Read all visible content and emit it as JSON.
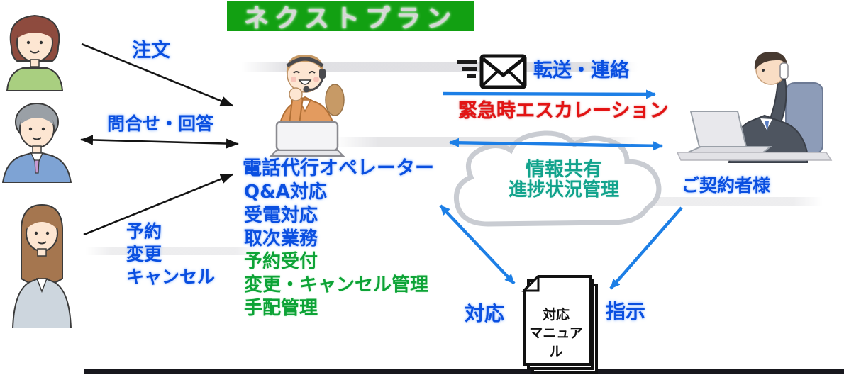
{
  "title": {
    "text": "ネクストプラン"
  },
  "colors": {
    "blue_text": "#0a4fe0",
    "green_text": "#0da336",
    "teal_text": "#12a38c",
    "red_text": "#e41313",
    "arrow_blue": "#1d7fe6",
    "arrow_black": "#141414",
    "title_bg": "#12a012",
    "title_text": "#d6d6d6",
    "manual_text": "#111111"
  },
  "left": {
    "order_label": "注文",
    "inquiry_label": "問合せ・回答",
    "reserve_lines": [
      "予約",
      "変更",
      "キャンセル"
    ]
  },
  "center": {
    "operator_title": "電話代行オペレーター",
    "tasks_blue": [
      "Q&A対応",
      "受電対応",
      "取次業務"
    ],
    "tasks_green": [
      "予約受付",
      "変更・キャンセル管理",
      "手配管理"
    ]
  },
  "top_right": {
    "forward_label": "転送・連絡",
    "escalation_label": "緊急時エスカレーション"
  },
  "cloud": {
    "line1": "情報共有",
    "line2": "進捗状況管理"
  },
  "right": {
    "contractor_label": "ご契約者様"
  },
  "bottom": {
    "respond_label": "対応",
    "instruct_label": "指示",
    "manual_line1": "対応",
    "manual_line2": "マニュアル"
  },
  "icons": {
    "email": "email-icon",
    "cloud": "cloud-shape",
    "documents": "document-stack-icon",
    "customer_woman": "customer-woman-illustration",
    "customer_man": "customer-man-illustration",
    "customer_woman2": "customer-woman2-illustration",
    "operator": "operator-headset-illustration",
    "contractor": "contractor-businessman-illustration"
  }
}
